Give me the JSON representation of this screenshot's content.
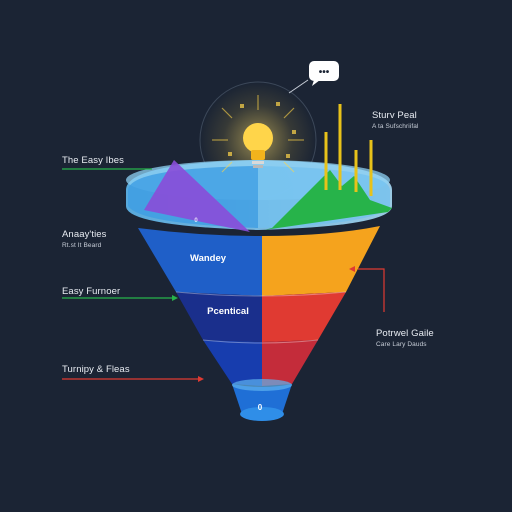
{
  "labels": {
    "left_1": "The Easy Ibes",
    "left_2_title": "Anaay'ties",
    "left_2_sub": "Rt.st It Beard",
    "left_3": "Easy Furnoer",
    "left_4": "Turnipy & Fleas",
    "right_top_title": "Sturv Peal",
    "right_top_sub": "A ta Sufschriifal",
    "right_mid_title": "Potrwel Gaile",
    "right_mid_sub": "Care Lary Dauds"
  },
  "funnel": {
    "segment_1": "Wandey",
    "segment_2": "Pcentical",
    "bottom": "0",
    "triangle_mark": "0"
  },
  "bubble_text": "•••",
  "colors": {
    "background": "#1b2434",
    "blue": "#1f5fc8",
    "navy": "#1a2f8c",
    "orange": "#f5a31d",
    "red": "#e03a32",
    "green": "#27b34a",
    "purple": "#8a4cd8",
    "rim": "#7fc6ef",
    "bulb": "#ffd54a",
    "bar": "#e8c21a"
  },
  "icons": [
    "lightbulb-icon",
    "speech-bubble-icon"
  ]
}
